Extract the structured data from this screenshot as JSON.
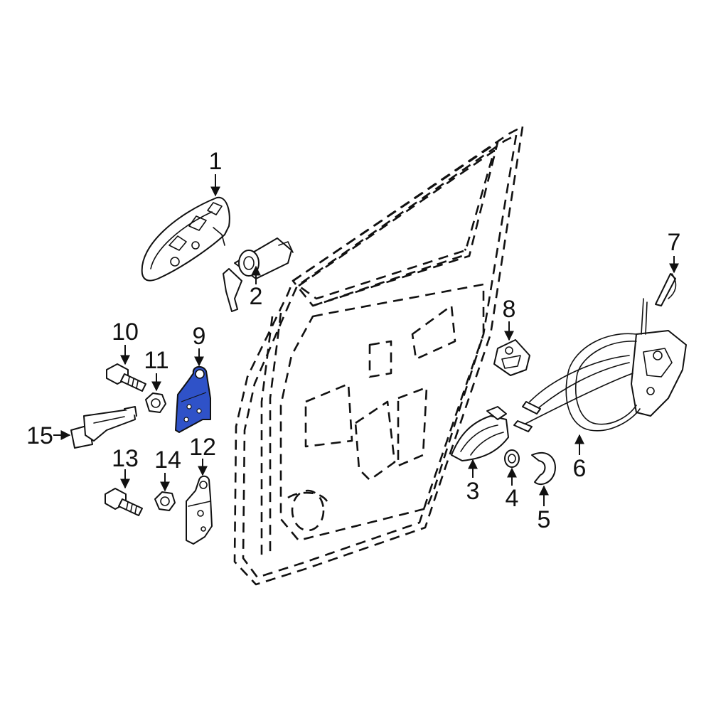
{
  "colors": {
    "highlight": "#2f52c8",
    "line": "#111111",
    "background": "#ffffff"
  },
  "callouts": {
    "c1": "1",
    "c2": "2",
    "c3": "3",
    "c4": "4",
    "c5": "5",
    "c6": "6",
    "c7": "7",
    "c8": "8",
    "c9": "9",
    "c10": "10",
    "c11": "11",
    "c12": "12",
    "c13": "13",
    "c14": "14",
    "c15": "15"
  },
  "highlighted_part": "9"
}
